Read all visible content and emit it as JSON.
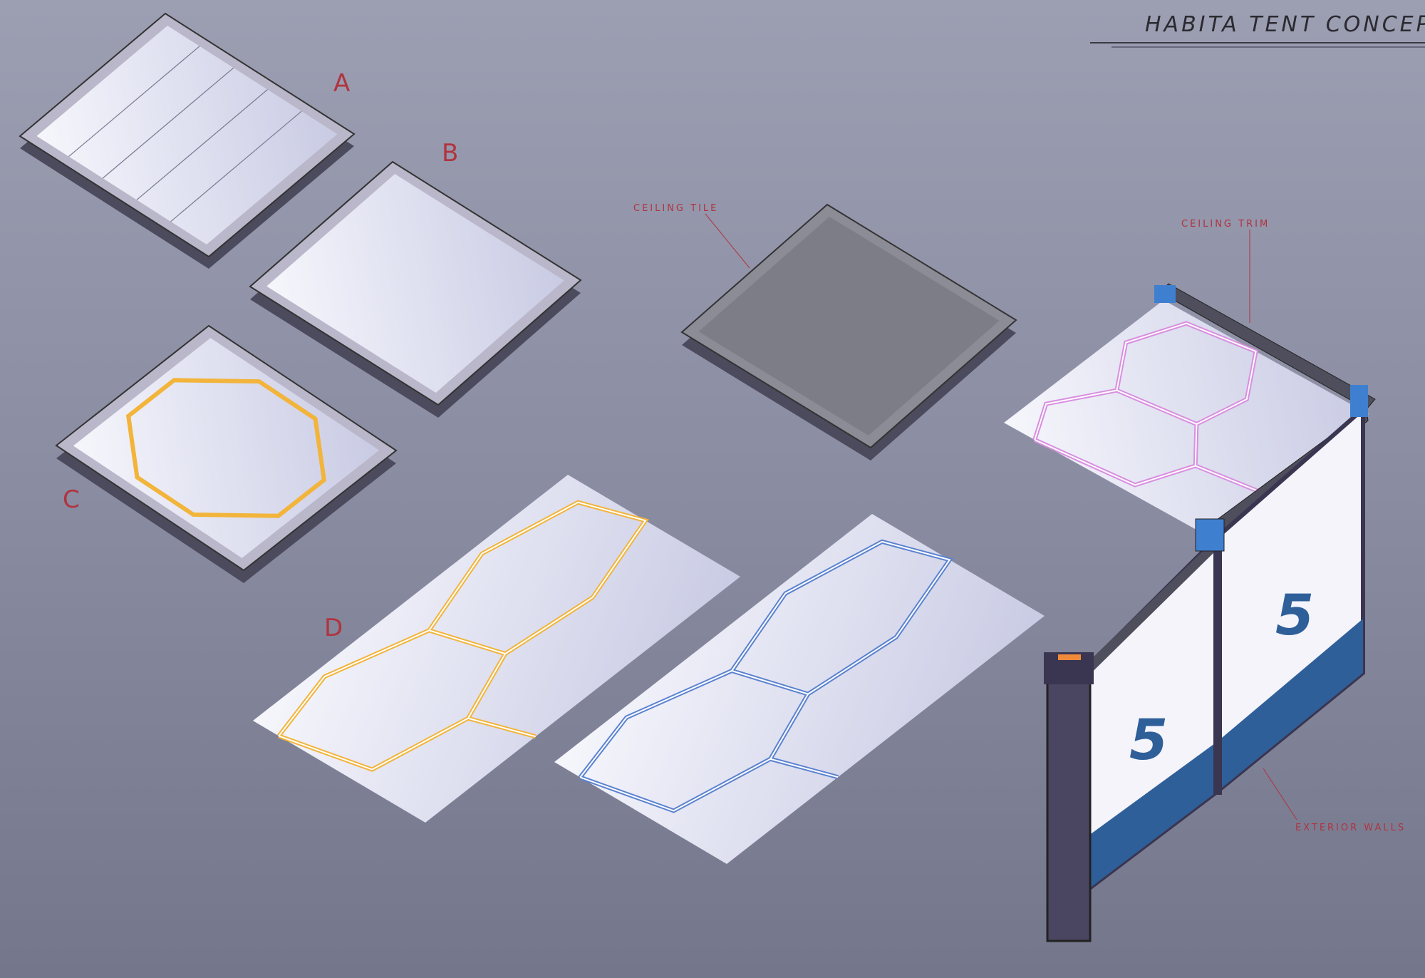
{
  "title": "HABITA TENT CONCEPT",
  "variant_labels": {
    "a": "A",
    "b": "B",
    "c": "C",
    "d": "D"
  },
  "annotations": {
    "ceiling_tile": "CEILING TILE",
    "ceiling_trim": "CEILING TRIM",
    "exterior_walls": "EXTERIOR WALLS"
  },
  "wall_numerals": [
    "5",
    "5"
  ],
  "colors": {
    "background_top": "#9c9eb2",
    "background_bottom": "#74768c",
    "annotation_red": "#b0343f",
    "trim_yellow": "#f2b43a",
    "trim_blue": "#5a82d0",
    "trim_pink": "#d98ee0",
    "wall_blue": "#2f5f99"
  }
}
